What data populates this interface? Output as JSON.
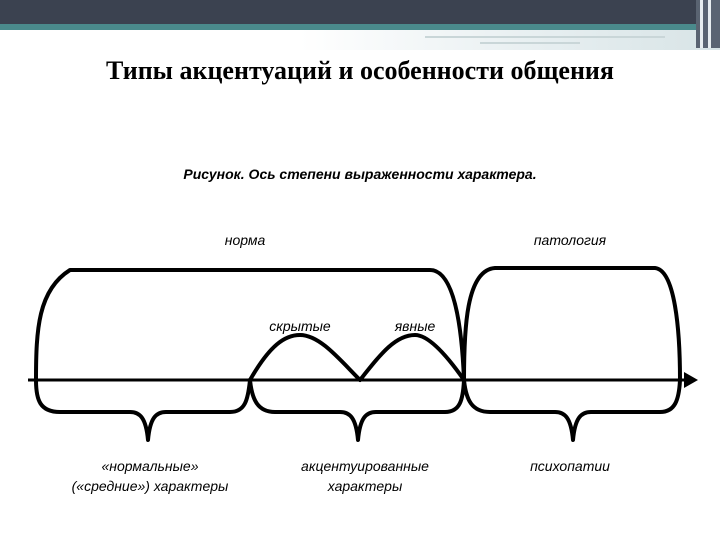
{
  "slide": {
    "title": "Типы акцентуаций и особенности общения"
  },
  "figure": {
    "caption": "Рисунок. Ось степени выраженности характера.",
    "top_labels": {
      "norm": "норма",
      "pathology": "патология",
      "hidden": "скрытые",
      "explicit": "явные"
    },
    "bottom_labels": {
      "normal_line1": "«нормальные»",
      "normal_line2": "(«средние») характеры",
      "accentuated_line1": "акцентуированные",
      "accentuated_line2": "характеры",
      "psychopathy": "психопатии"
    }
  },
  "theme": {
    "header_dark": "#3b4250",
    "header_accent": "#4a8a8c",
    "ink": "#000000"
  }
}
